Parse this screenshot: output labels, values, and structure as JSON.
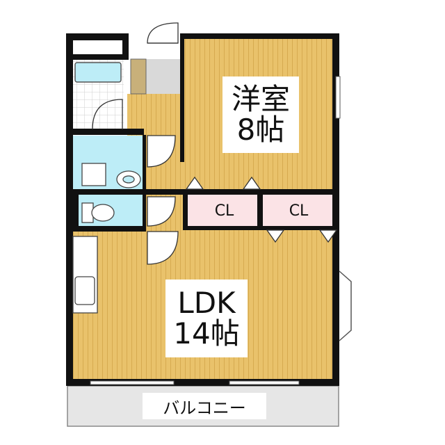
{
  "rooms": {
    "western_room": {
      "name": "洋室",
      "size": "8帖"
    },
    "ldk": {
      "name": "LDK",
      "size": "14帖"
    },
    "closet_left": {
      "label": "CL"
    },
    "closet_right": {
      "label": "CL"
    },
    "balcony": {
      "label": "バルコニー"
    }
  },
  "colors": {
    "floor_wood": "#E9C26B",
    "floor_stripe": "#D9AE52",
    "wet_area": "#BDEDF7",
    "closet": "#FBE3E6",
    "wall": "#111111",
    "balcony": "#E6E6E6",
    "entrance": "#D9D9D9",
    "tile_grid": "#CFCFCF"
  }
}
